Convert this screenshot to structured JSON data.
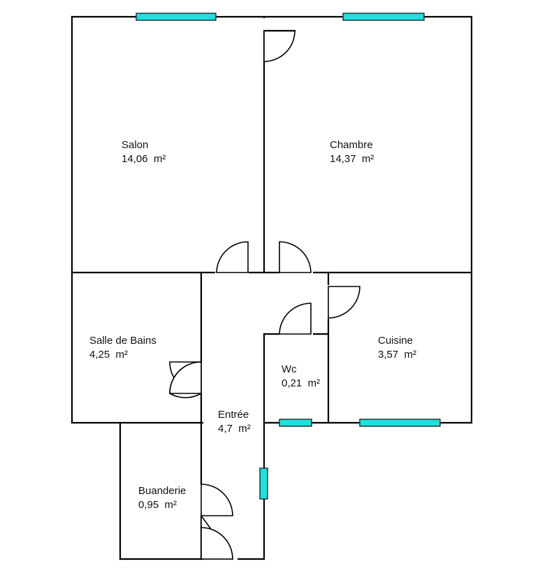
{
  "unit": "m²",
  "rooms": {
    "salon": {
      "name": "Salon",
      "area": "14,06"
    },
    "chambre": {
      "name": "Chambre",
      "area": "14,37"
    },
    "salle_de_bains": {
      "name": "Salle de Bains",
      "area": "4,25"
    },
    "cuisine": {
      "name": "Cuisine",
      "area": "3,57"
    },
    "wc": {
      "name": "Wc",
      "area": "0,21"
    },
    "entree": {
      "name": "Entrée",
      "area": "4,7"
    },
    "buanderie": {
      "name": "Buanderie",
      "area": "0,95"
    }
  },
  "colors": {
    "wall": "#000000",
    "window": "#22dede",
    "background": "#ffffff"
  }
}
